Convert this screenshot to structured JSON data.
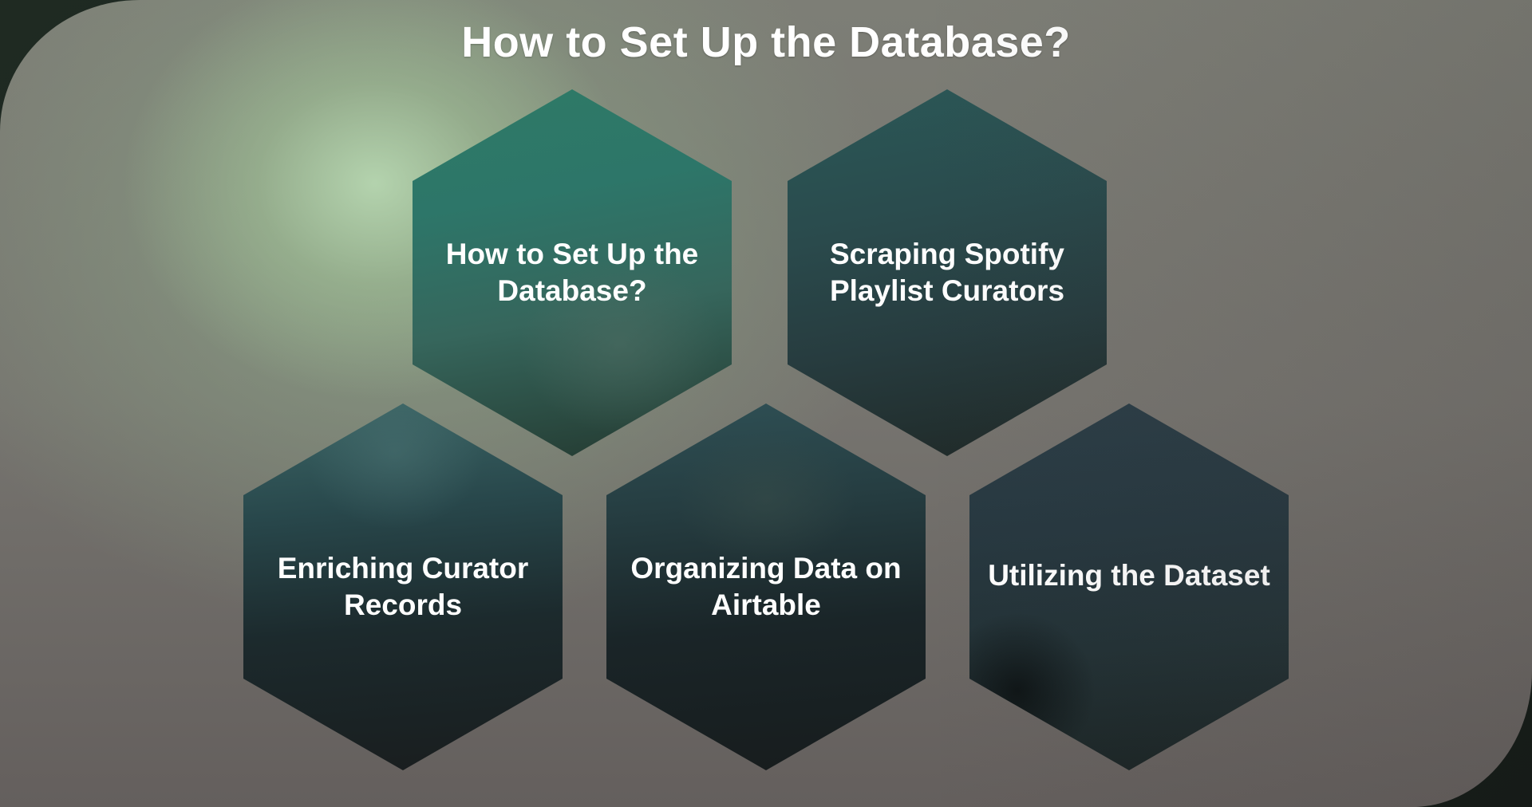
{
  "title": "How to Set Up the Database?",
  "hexagons": [
    {
      "label": "How to Set Up the Database?",
      "color": "#2e7a66"
    },
    {
      "label": "Scraping Spotify Playlist Curators",
      "color": "#2a4b4d"
    },
    {
      "label": "Enriching Curator Records",
      "color": "#28474b"
    },
    {
      "label": "Organizing Data on Airtable",
      "color": "#253c40"
    },
    {
      "label": "Utilizing the Dataset",
      "color": "#273840"
    }
  ],
  "colors": {
    "background_glow": "#b6d6b0",
    "background_base": "#76746f",
    "frame_corner": "#1d221f",
    "text": "#ffffff"
  }
}
